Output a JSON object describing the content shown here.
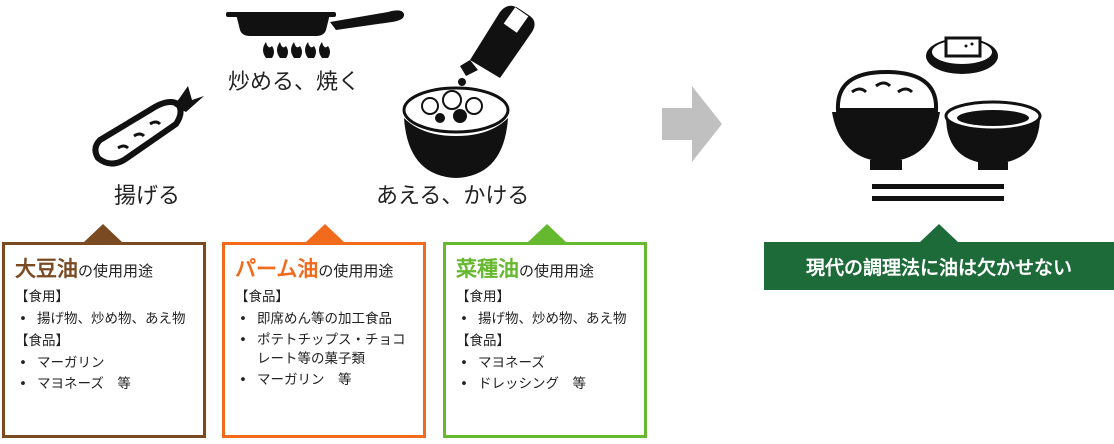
{
  "labels": {
    "stir_fry": "炒める、焼く",
    "deep_fry": "揚げる",
    "dress": "あえる、かける"
  },
  "boxes": [
    {
      "oil": "大豆油",
      "suffix": "の使用用途",
      "color": "#7a4a22",
      "sections": [
        {
          "header": "【食用】",
          "items": [
            "揚げ物、炒め物、あえ物"
          ]
        },
        {
          "header": "【食品】",
          "items": [
            "マーガリン",
            "マヨネーズ　等"
          ]
        }
      ]
    },
    {
      "oil": "パーム油",
      "suffix": "の使用用途",
      "color": "#f26a1b",
      "sections": [
        {
          "header": "【食品】",
          "items": [
            "即席めん等の加工食品",
            "ポテトチップス・チョコレート等の菓子類",
            "マーガリン　等"
          ]
        }
      ]
    },
    {
      "oil": "菜種油",
      "suffix": "の使用用途",
      "color": "#66b82e",
      "sections": [
        {
          "header": "【食用】",
          "items": [
            "揚げ物、炒め物、あえ物"
          ]
        },
        {
          "header": "【食品】",
          "items": [
            "マヨネーズ",
            "ドレッシング　等"
          ]
        }
      ]
    }
  ],
  "banner": {
    "text": "現代の調理法に油は欠かせない",
    "color": "#1e6b3a"
  },
  "icons": [
    "frying-pan-icon",
    "gas-burner-icon",
    "fried-shrimp-icon",
    "oil-bottle-icon",
    "salad-bowl-icon",
    "arrow-right-icon",
    "japanese-meal-icon"
  ]
}
